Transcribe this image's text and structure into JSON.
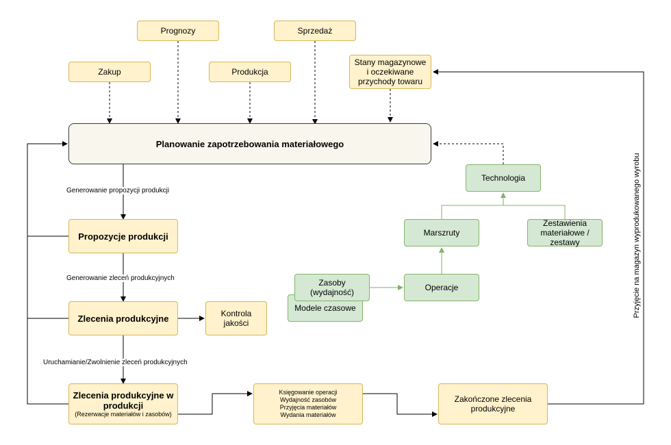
{
  "nodes": {
    "prognozy": "Prognozy",
    "sprzedaz": "Sprzedaż",
    "zakup": "Zakup",
    "produkcja": "Produkcja",
    "stany": [
      "Stany magazynowe",
      "i oczekiwane",
      "przychody towaru"
    ],
    "planowanie": "Planowanie zapotrzebowania materiałowego",
    "propozycje": "Propozycje produkcji",
    "zlecenia": "Zlecenia produkcyjne",
    "kontrola": "Kontrola jakości",
    "zlecenia_w_produkcji": "Zlecenia produkcyjne w produkcji",
    "rezerwacje": "(Rezerwacje materiałów i zasobów)",
    "ksiegowanie": [
      "Księgowanie operacji",
      "Wydajność zasobów",
      "Przyjęcia materiałów",
      "Wydania materiałów"
    ],
    "zakonczone": [
      "Zakończone zlecenia",
      "produkcyjne"
    ],
    "technologia": "Technologia",
    "marszruty": "Marszruty",
    "zestawienia": [
      "Zestawienia",
      "materiałowe /",
      "zestawy"
    ],
    "operacje": "Operacje",
    "zasoby": "Zasoby (wydajność)",
    "modele": "Modele czasowe"
  },
  "edge_labels": {
    "gen_propozycji": "Generowanie propozycji produkcji",
    "gen_zlecen": "Generowanie zleceń produkcyjnych",
    "uruchamianie": "Uruchamianie/Zwolnienie zleceń produkcyjnych",
    "przyjecie": "Przyjęcie na magazyn wyprodukowanego wyrobu"
  },
  "colors": {
    "yellow_fill": "#fff2cc",
    "yellow_stroke": "#d6b656",
    "green_fill": "#d5e8d4",
    "green_stroke": "#82b366",
    "main_fill": "#f9f7ed",
    "main_stroke": "#36393d"
  }
}
